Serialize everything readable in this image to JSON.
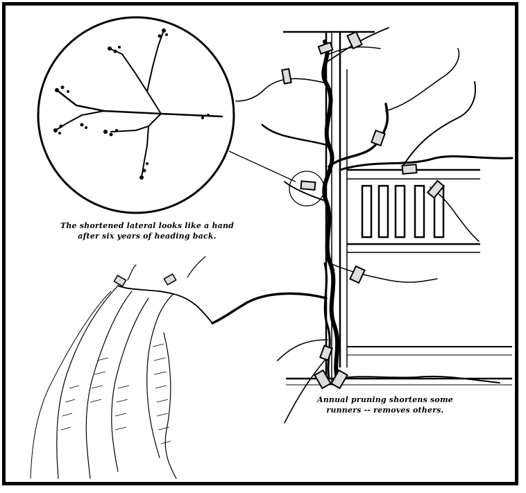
{
  "captions": {
    "hand_line1": "The shortened lateral looks like a hand",
    "hand_line2": "after six years of heading back.",
    "pruning_line1": "Annual pruning shortens some",
    "pruning_line2": "runners -- removes others."
  },
  "colors": {
    "ink": "#000000",
    "paper": "#ffffff",
    "tie": "#dddddd"
  }
}
